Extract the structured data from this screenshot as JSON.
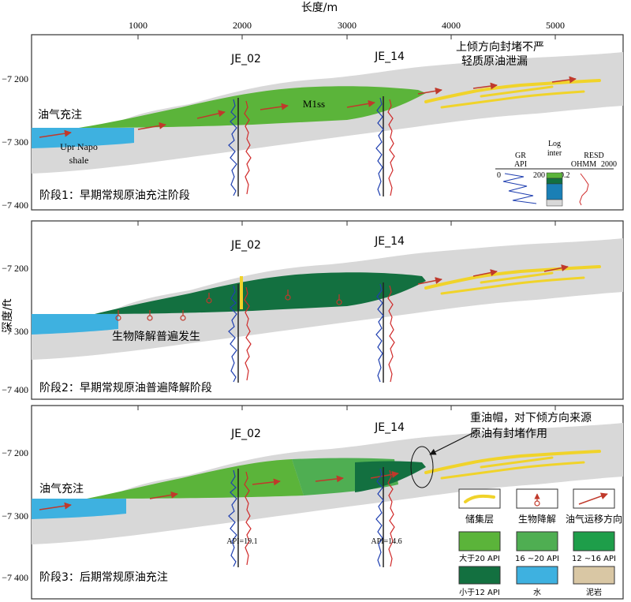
{
  "axes": {
    "x_title": "长度/m",
    "y_title": "深度/ft",
    "x_ticks": [
      "1000",
      "2000",
      "3000",
      "4000",
      "5000"
    ],
    "y_ticks": [
      "−7 200",
      "−7 300",
      "−7 400"
    ]
  },
  "panels": [
    {
      "stage": "阶段1：早期常规原油充注阶段",
      "wells": [
        "JE_02",
        "JE_14"
      ],
      "labels": {
        "charge": "油气充注",
        "napo_1": "Upr Napo",
        "napo_2": "shale",
        "formation": "M1ss",
        "leak_1": "上倾方向封堵不严",
        "leak_2": "轻质原油泄漏"
      },
      "log_legend": {
        "gr_name": "GR",
        "gr_unit": "API",
        "gr_min": "0",
        "gr_max": "200",
        "inter_1": "Log",
        "inter_2": "inter",
        "resd_name": "RESD",
        "resd_unit": "OHMM",
        "resd_min": "0.2",
        "resd_max": "2000"
      }
    },
    {
      "stage": "阶段2：早期常规原油普遍降解阶段",
      "wells": [
        "JE_02",
        "JE_14"
      ],
      "labels": {
        "biodeg": "生物降解普遍发生"
      }
    },
    {
      "stage": "阶段3：后期常规原油充注",
      "wells": [
        "JE_02",
        "JE_14"
      ],
      "labels": {
        "charge": "油气充注",
        "cap_1": "重油帽，对下倾方向来源",
        "cap_2": "原油有封堵作用",
        "api_1": "API=19.1",
        "api_2": "API=14.6"
      }
    }
  ],
  "legend": [
    {
      "label": "储集层",
      "color": "#f0d32a"
    },
    {
      "label": "生物降解",
      "color": "#c0392b"
    },
    {
      "label": "油气运移方向",
      "color": "#c0392b"
    },
    {
      "label": "大于20 API",
      "color": "#5bb43a"
    },
    {
      "label": "16 ~20 API",
      "color": "#4fae52"
    },
    {
      "label": "12 ~16 API",
      "color": "#1e9e4a"
    },
    {
      "label": "小于12 API",
      "color": "#137040"
    },
    {
      "label": "水",
      "color": "#3eb1e0"
    },
    {
      "label": "泥岩",
      "color": "#d9c7a4"
    }
  ],
  "colors": {
    "shale": "#d8d8d8",
    "water": "#3eb1e0",
    "reservoir": "#f0d32a",
    "arrow": "#c0392b",
    "gr_curve": "#1f3fb0",
    "resd_curve": "#d02a2a",
    "light_oil": "#5bb43a",
    "mid_oil": "#4fae52",
    "dark_oil": "#137040"
  }
}
